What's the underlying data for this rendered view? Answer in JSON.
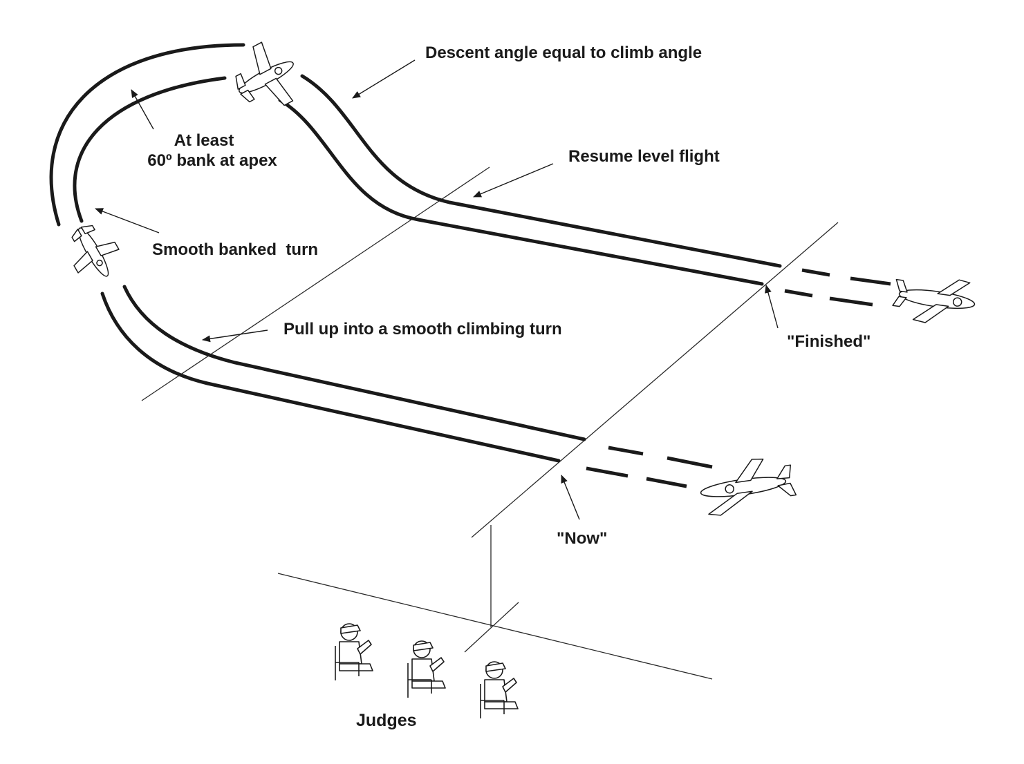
{
  "labels": {
    "descent": "Descent angle equal to climb angle",
    "bank_line1": "At least",
    "bank_line2": "60º bank at apex",
    "resume": "Resume level flight",
    "smooth_turn": "Smooth banked  turn",
    "pull_up": "Pull up into a smooth climbing turn",
    "finished": "\"Finished\"",
    "now": "\"Now\"",
    "judges": "Judges"
  },
  "icons": [
    "airplane-icon",
    "judge-icon",
    "arrowhead-icon"
  ],
  "colors": {
    "ink": "#1a1a1a",
    "background": "#ffffff"
  }
}
